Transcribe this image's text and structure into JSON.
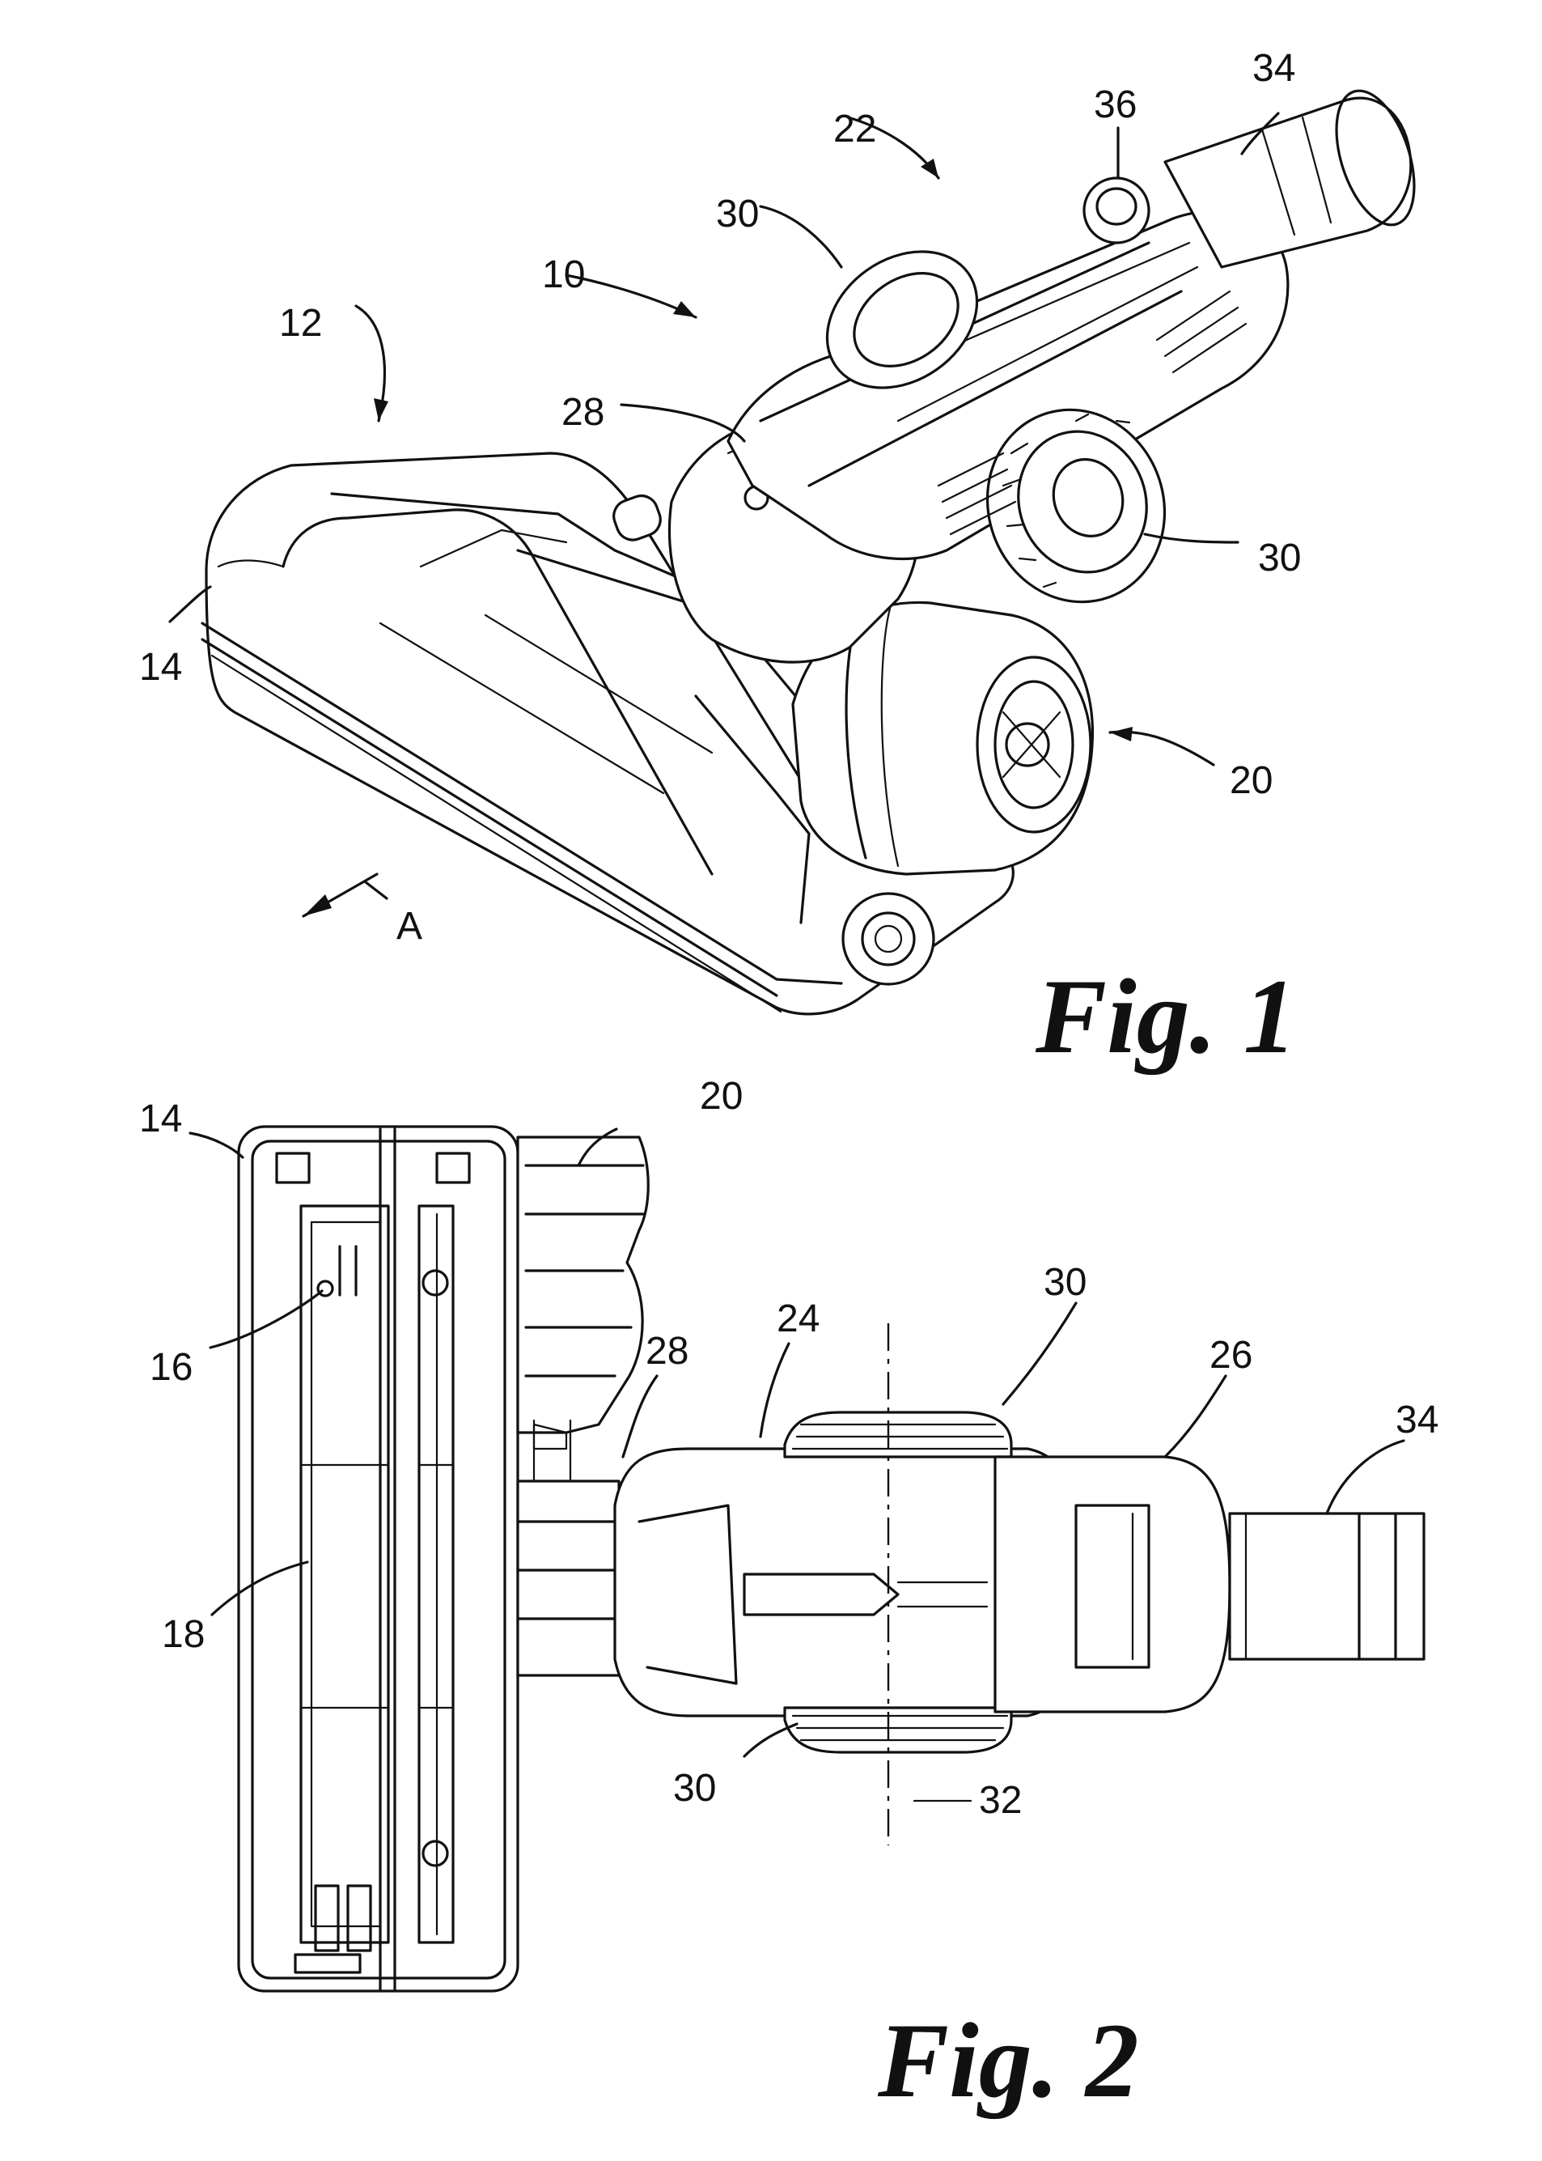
{
  "figures": [
    {
      "caption": "Fig. 1",
      "labels": [
        "10",
        "12",
        "14",
        "20",
        "22",
        "28",
        "30",
        "30",
        "34",
        "36",
        "A"
      ]
    },
    {
      "caption": "Fig. 2",
      "labels": [
        "14",
        "16",
        "18",
        "20",
        "24",
        "26",
        "28",
        "30",
        "30",
        "32",
        "34"
      ]
    }
  ]
}
